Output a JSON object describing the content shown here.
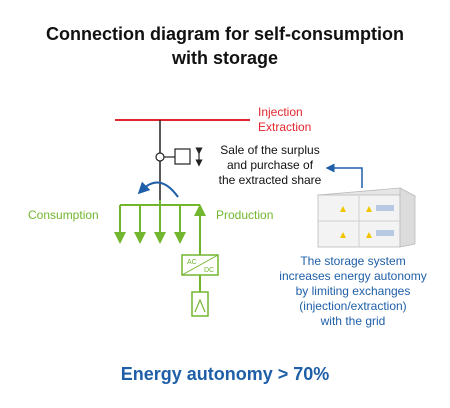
{
  "title": {
    "line1": "Connection diagram for self-consumption",
    "line2": "with storage"
  },
  "grid": {
    "injection": "Injection",
    "extraction": "Extraction"
  },
  "meter_note": {
    "line1": "Sale of the surplus",
    "line2": "and purchase of",
    "line3": "the extracted share"
  },
  "consumption_label": "Consumption",
  "production_label": "Production",
  "inverter": {
    "ac": "AC",
    "dc": "DC"
  },
  "storage_note": {
    "line1": "The storage system",
    "line2": "increases energy autonomy",
    "line3": "by limiting exchanges",
    "line4": "(injection/extraction)",
    "line5": "with the grid"
  },
  "footer": "Energy autonomy > 70%",
  "colors": {
    "grid_line": "#e3262e",
    "wiring": "#222222",
    "consumption": "#72b62f",
    "storage": "#1f5fa8"
  }
}
